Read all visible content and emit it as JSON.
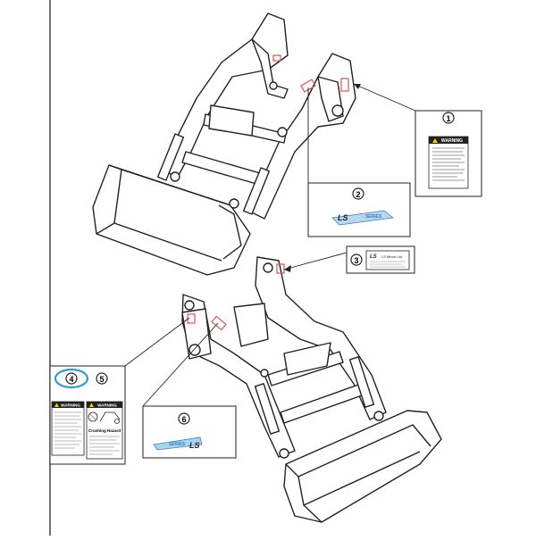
{
  "callouts": [
    {
      "num": "1",
      "title": "WARNING"
    },
    {
      "num": "2",
      "brand": "LS",
      "tag": "SERIES"
    },
    {
      "num": "3",
      "brand": "LS",
      "company": "LS Mtron Ltd."
    },
    {
      "num": "4",
      "title": "WARNING"
    },
    {
      "num": "5",
      "title": "WARNING",
      "hazard": "Crushing Hazard"
    },
    {
      "num": "6",
      "brand": "LS",
      "tag": "SERIES"
    }
  ],
  "colors": {
    "line": "#222222",
    "decal_red": "#d9534f",
    "highlight_ring": "#2e9ad6",
    "ls_blue": "#3a7fbf"
  }
}
